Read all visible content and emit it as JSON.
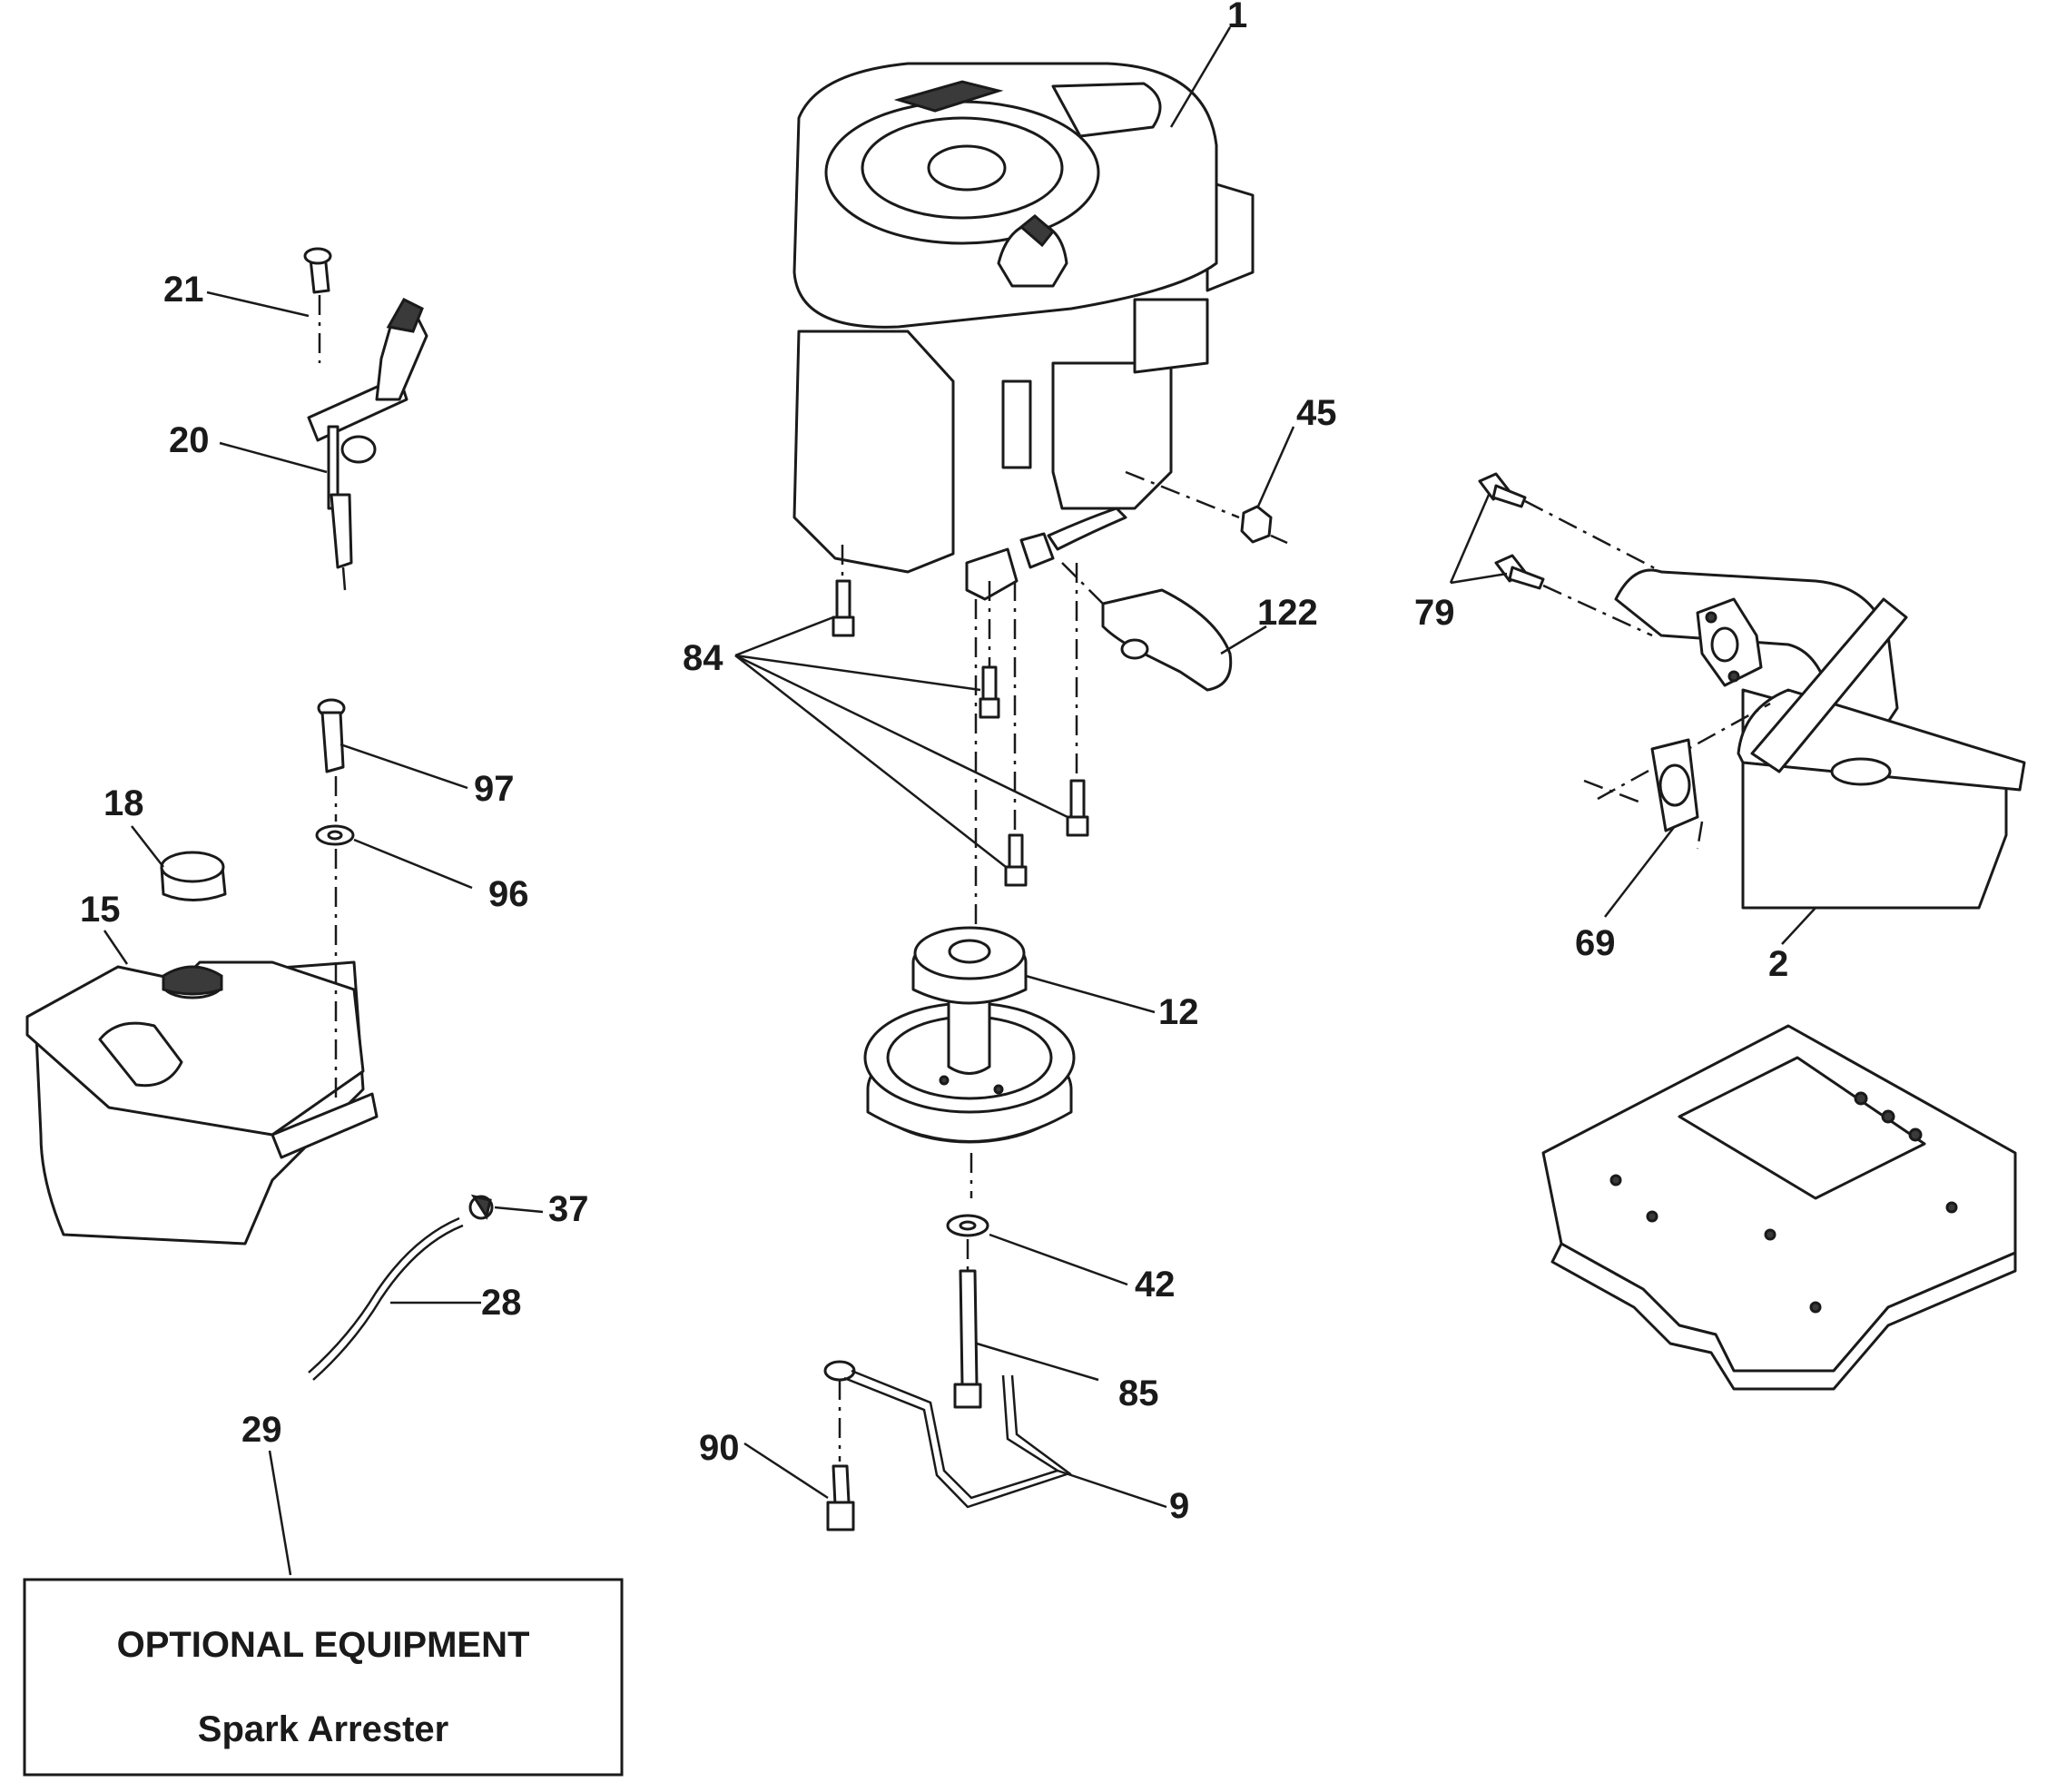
{
  "callouts": [
    {
      "id": "c1",
      "text": "1"
    },
    {
      "id": "c2",
      "text": "2"
    },
    {
      "id": "c9",
      "text": "9"
    },
    {
      "id": "c12",
      "text": "12"
    },
    {
      "id": "c15",
      "text": "15"
    },
    {
      "id": "c18",
      "text": "18"
    },
    {
      "id": "c20",
      "text": "20"
    },
    {
      "id": "c21",
      "text": "21"
    },
    {
      "id": "c28",
      "text": "28"
    },
    {
      "id": "c29",
      "text": "29"
    },
    {
      "id": "c37",
      "text": "37"
    },
    {
      "id": "c42",
      "text": "42"
    },
    {
      "id": "c45",
      "text": "45"
    },
    {
      "id": "c69",
      "text": "69"
    },
    {
      "id": "c79",
      "text": "79"
    },
    {
      "id": "c84",
      "text": "84"
    },
    {
      "id": "c85",
      "text": "85"
    },
    {
      "id": "c90",
      "text": "90"
    },
    {
      "id": "c96",
      "text": "96"
    },
    {
      "id": "c97",
      "text": "97"
    },
    {
      "id": "c122",
      "text": "122"
    }
  ],
  "optional_box": {
    "heading": "OPTIONAL EQUIPMENT",
    "item": "Spark Arrester"
  }
}
